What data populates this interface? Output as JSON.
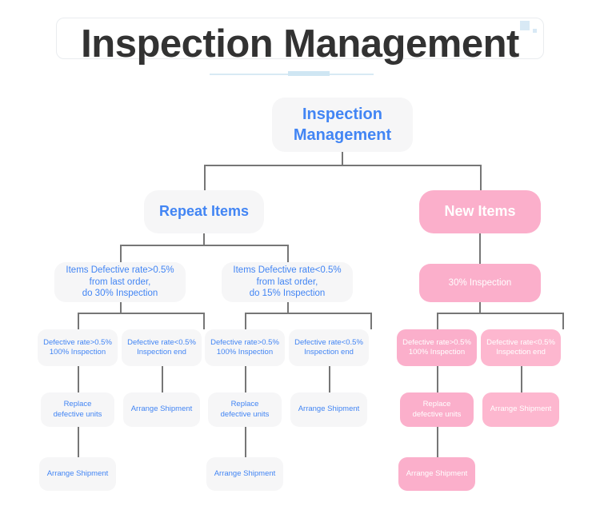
{
  "header": {
    "title": "Inspection Management",
    "decor": {
      "square_large": "decorative-square",
      "square_small": "decorative-square",
      "underline": "accent-rule"
    },
    "colors": {
      "title_text": "#323232",
      "card_border": "#e9ecef",
      "decor_square": "#d8e9f5",
      "underline": "#d8eaf4"
    }
  },
  "diagram": {
    "type": "tree",
    "colors": {
      "node_blue_bg": "#f6f6f7",
      "node_blue_text": "#4285f4",
      "node_pink_bg": "#fbafcb",
      "node_pink_text": "#ffffff",
      "connector": "#767676"
    },
    "root": {
      "label": "Inspection\nManagement"
    },
    "branches": [
      {
        "label": "Repeat Items",
        "style": "blue",
        "children": [
          {
            "label": "Items Defective rate>0.5%\nfrom last order,\ndo 30% Inspection",
            "style": "blue",
            "children": [
              {
                "label": "Defective rate>0.5%\n100% Inspection",
                "style": "blue",
                "children": [
                  {
                    "label": "Replace\ndefective units",
                    "style": "blue",
                    "children": [
                      {
                        "label": "Arrange Shipment",
                        "style": "blue"
                      }
                    ]
                  }
                ]
              },
              {
                "label": "Defective rate<0.5%\nInspection end",
                "style": "blue",
                "children": [
                  {
                    "label": "Arrange Shipment",
                    "style": "blue"
                  }
                ]
              }
            ]
          },
          {
            "label": "Items Defective rate<0.5%\nfrom last order,\ndo 15% Inspection",
            "style": "blue",
            "children": [
              {
                "label": "Defective rate>0.5%\n100% Inspection",
                "style": "blue",
                "children": [
                  {
                    "label": "Replace\ndefective units",
                    "style": "blue",
                    "children": [
                      {
                        "label": "Arrange Shipment",
                        "style": "blue"
                      }
                    ]
                  }
                ]
              },
              {
                "label": "Defective rate<0.5%\nInspection end",
                "style": "blue",
                "children": [
                  {
                    "label": "Arrange Shipment",
                    "style": "blue"
                  }
                ]
              }
            ]
          }
        ]
      },
      {
        "label": "New Items",
        "style": "pink",
        "children": [
          {
            "label": "30% Inspection",
            "style": "pink",
            "children": [
              {
                "label": "Defective rate>0.5%\n100% Inspection",
                "style": "pink",
                "children": [
                  {
                    "label": "Replace\ndefective units",
                    "style": "pink",
                    "children": [
                      {
                        "label": "Arrange Shipment",
                        "style": "pink"
                      }
                    ]
                  }
                ]
              },
              {
                "label": "Defective rate<0.5%\nInspection end",
                "style": "pink",
                "children": [
                  {
                    "label": "Arrange Shipment",
                    "style": "pink"
                  }
                ]
              }
            ]
          }
        ]
      }
    ],
    "nodes_flat": {
      "root": "Inspection\nManagement",
      "repeat_items": "Repeat Items",
      "new_items": "New Items",
      "repeat_gt": "Items Defective rate>0.5%\nfrom last order,\ndo 30% Inspection",
      "repeat_lt": "Items Defective rate<0.5%\nfrom last order,\ndo 15% Inspection",
      "new_30": "30% Inspection",
      "c1": "Defective rate>0.5%\n100% Inspection",
      "c2": "Defective rate<0.5%\nInspection end",
      "c3": "Defective rate>0.5%\n100% Inspection",
      "c4": "Defective rate<0.5%\nInspection end",
      "c5": "Defective rate>0.5%\n100% Inspection",
      "c6": "Defective rate<0.5%\nInspection end",
      "r1": "Replace\ndefective units",
      "a2": "Arrange Shipment",
      "r3": "Replace\ndefective units",
      "a4": "Arrange Shipment",
      "r5": "Replace\ndefective units",
      "a6": "Arrange Shipment",
      "s1": "Arrange Shipment",
      "s3": "Arrange Shipment",
      "s5": "Arrange Shipment"
    }
  }
}
